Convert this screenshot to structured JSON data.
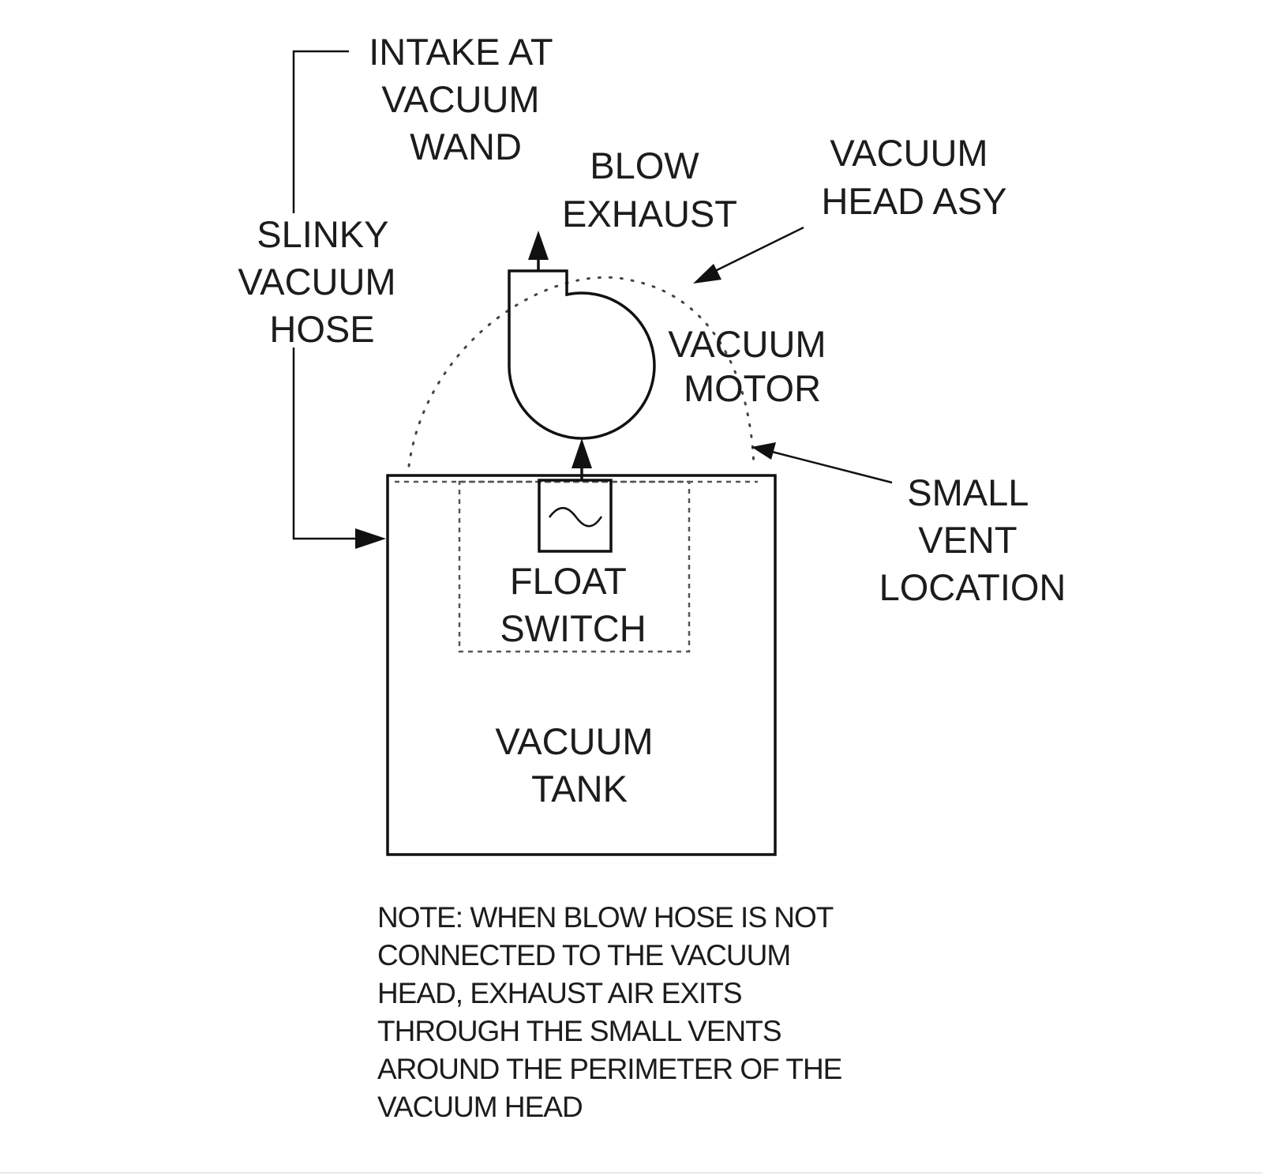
{
  "labels": {
    "intake": [
      "INTAKE AT",
      "VACUUM",
      "WAND"
    ],
    "blow_exhaust": [
      "BLOW",
      "EXHAUST"
    ],
    "vacuum_head_asy": [
      "VACUUM",
      "HEAD ASY"
    ],
    "slinky_hose": [
      "SLINKY",
      "VACUUM",
      "HOSE"
    ],
    "vacuum_motor": [
      "VACUUM",
      "MOTOR"
    ],
    "small_vent": [
      "SMALL",
      "VENT",
      "LOCATION"
    ],
    "float_switch": [
      "FLOAT",
      "SWITCH"
    ],
    "vacuum_tank": [
      "VACUUM",
      "TANK"
    ]
  },
  "float_switch_symbol": "~",
  "note": [
    "NOTE: WHEN BLOW HOSE IS NOT",
    "CONNECTED TO THE VACUUM",
    "HEAD, EXHAUST AIR EXITS",
    "THROUGH THE SMALL VENTS",
    "AROUND THE PERIMETER OF THE",
    "VACUUM HEAD"
  ]
}
